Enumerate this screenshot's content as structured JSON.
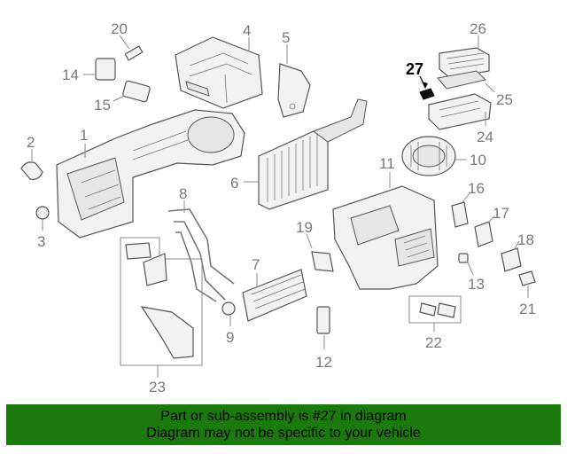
{
  "diagram": {
    "highlighted_part": "27",
    "callouts": {
      "c1": "1",
      "c2": "2",
      "c3": "3",
      "c4": "4",
      "c5": "5",
      "c6": "6",
      "c7": "7",
      "c8": "8",
      "c9": "9",
      "c10": "10",
      "c11": "11",
      "c12": "12",
      "c13": "13",
      "c14": "14",
      "c15": "15",
      "c16": "16",
      "c17": "17",
      "c18": "18",
      "c19": "19",
      "c20": "20",
      "c21": "21",
      "c22": "22",
      "c23": "23",
      "c24": "24",
      "c25": "25",
      "c26": "26",
      "c27": "27"
    }
  },
  "banner": {
    "line1": "Part or sub-assembly is #27 in diagram",
    "line2": "Diagram may not be specific to your vehicle",
    "color": "#1a7a0c"
  }
}
